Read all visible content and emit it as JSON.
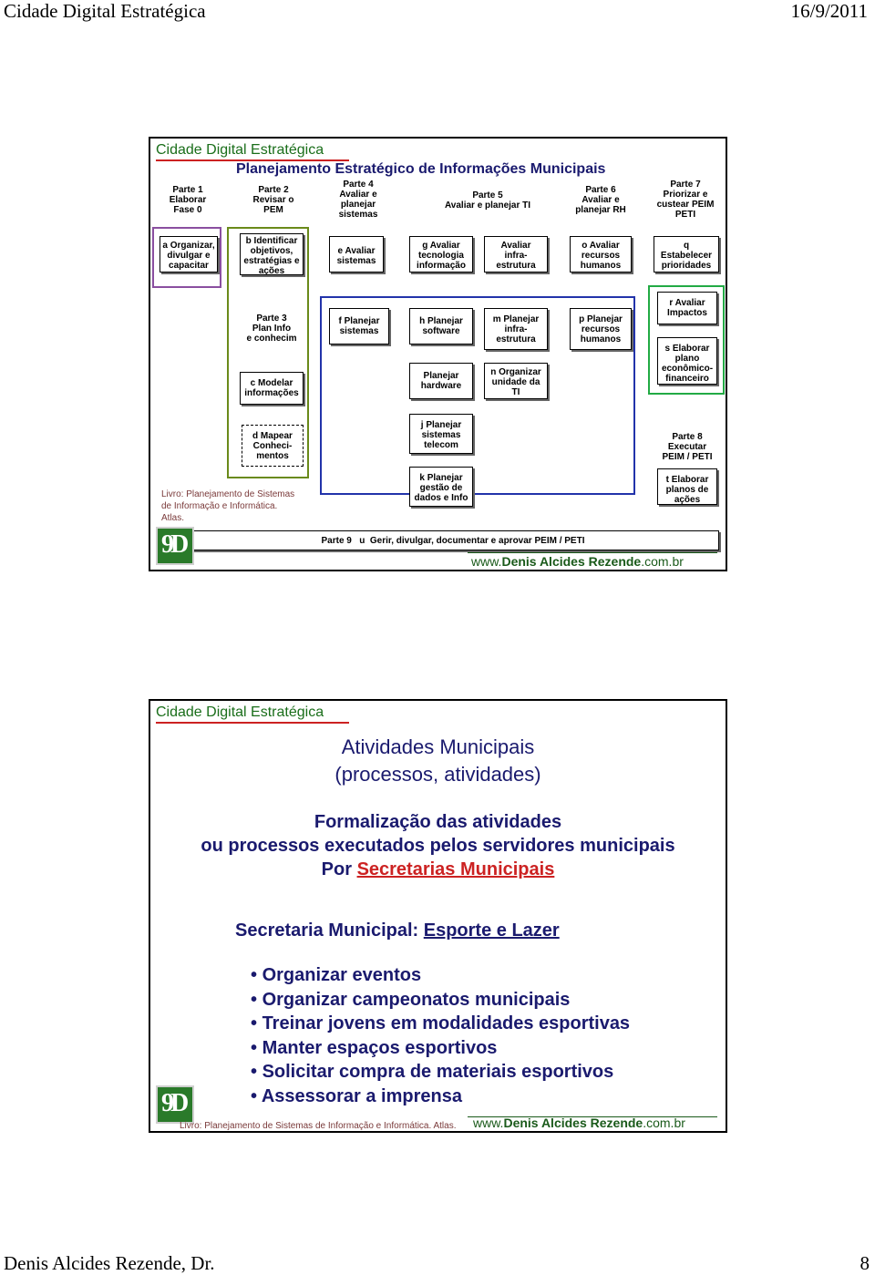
{
  "page_header": {
    "left": "Cidade Digital Estratégica",
    "right": "16/9/2011"
  },
  "page_footer": {
    "left": "Denis Alcides Rezende, Dr.",
    "right": "8"
  },
  "slide1": {
    "title": "Cidade Digital Estratégica",
    "subtitle": "Planejamento Estratégico de Informações Municipais",
    "parts": [
      "Parte 1\nElaborar\nFase 0",
      "Parte 2\nRevisar o\nPEM",
      "Parte 4\nAvaliar e\nplanejar\nsistemas",
      "Parte 5\nAvaliar e planejar TI",
      "Parte 6\nAvaliar e\nplanejar RH",
      "Parte 7\nPriorizar e\ncustear PEIM\nPETI"
    ],
    "steps": {
      "a": "a Organizar,\ndivulgar e\ncapacitar",
      "b": "b Identificar\nobjetivos,\nestratégias e\nações",
      "e": "e Avaliar\nsistemas",
      "g": "g Avaliar\ntecnologia\ninformação",
      "infra_eval": "Avaliar\ninfra-\nestrutura",
      "o": "o Avaliar\nrecursos\nhumanos",
      "q": "q\nEstabelecer\nprioridades",
      "part3": "Parte 3\nPlan Info\ne conhecim",
      "c": "c Modelar\ninformações",
      "d": "d Mapear\nConheci-\nmentos",
      "f": "f Planejar\nsistemas",
      "h": "h Planejar\nsoftware",
      "hardware": "Planejar\nhardware",
      "j": "j Planejar\nsistemas\ntelecom",
      "k": "k Planejar\ngestão de\ndados e Info",
      "m": "m Planejar\ninfra-\nestrutura",
      "n": "n Organizar\nunidade da\nTI",
      "p": "p Planejar\nrecursos\nhumanos",
      "r": "r Avaliar\nImpactos",
      "s": "s Elaborar\nplano\neconômico-\nfinanceiro",
      "part8": "Parte 8\nExecutar\nPEIM / PETI",
      "t": "t Elaborar\nplanos de\nações",
      "part9": "Parte 9   u  Gerir, divulgar, documentar e aprovar PEIM / PETI"
    },
    "livro": "Livro: Planejamento de Sistemas\nde Informação e Informática.\nAtlas.",
    "url": {
      "pre": "www.",
      "bold": "Denis Alcides Rezende",
      "post": ".com.br"
    }
  },
  "slide2": {
    "title": "Cidade Digital Estratégica",
    "heading": "Atividades Municipais",
    "heading_sub": "(processos, atividades)",
    "para_line1": "Formalização das atividades",
    "para_line2": "ou processos executados pelos servidores municipais",
    "para_line3_pre": "Por ",
    "para_line3_link": "Secretarias Municipais",
    "secretaria_pre": "Secretaria Municipal: ",
    "secretaria_name": "Esporte e Lazer",
    "bullets": [
      "Organizar eventos",
      "Organizar campeonatos municipais",
      "Treinar jovens em modalidades esportivas",
      "Manter espaços esportivos",
      "Solicitar compra de materiais esportivos",
      "Assessorar a imprensa"
    ],
    "livro": "Livro: Planejamento de Sistemas de Informação e Informática. Atlas.",
    "url": {
      "pre": "www.",
      "bold": "Denis Alcides Rezende",
      "post": ".com.br"
    }
  },
  "colors": {
    "green_title": "#1a6e1a",
    "navy_text": "#1a1a6e",
    "red_accent": "#cc2222",
    "livro_brown": "#7a3a3a"
  }
}
